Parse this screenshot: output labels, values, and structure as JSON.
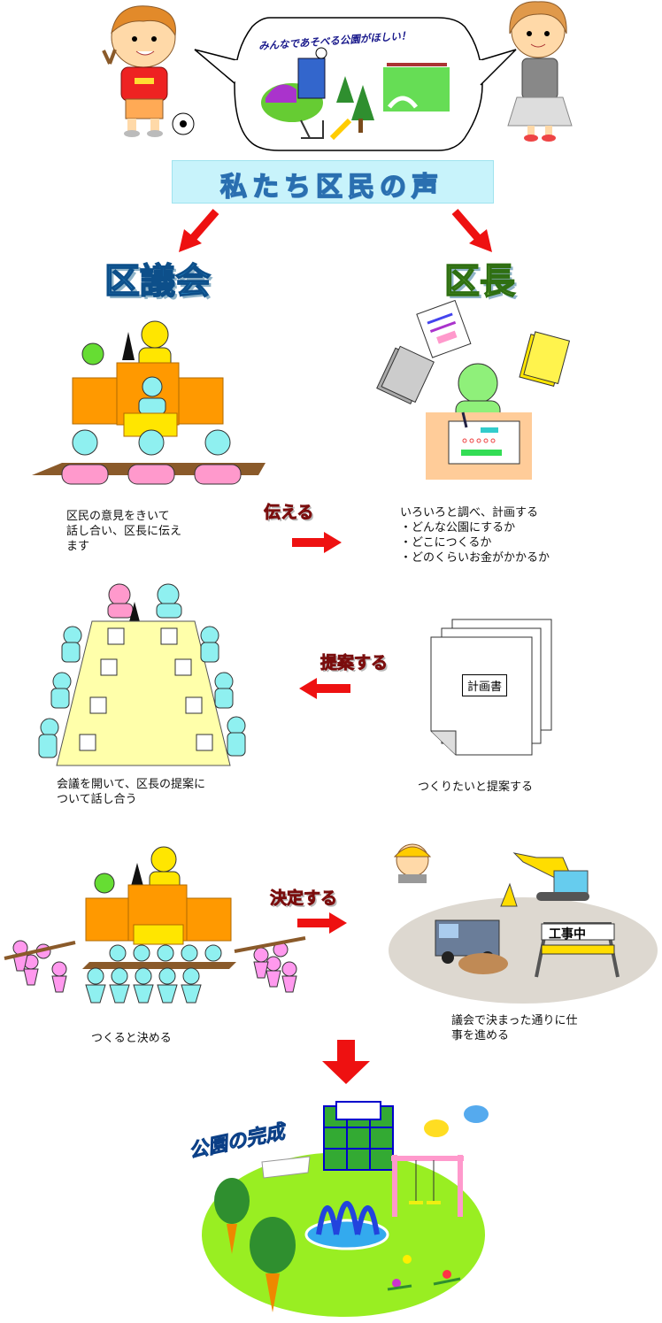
{
  "bubble": {
    "text": "みんなであそべる公園がほしい！"
  },
  "banner": {
    "text": "私たち区民の声"
  },
  "titles": {
    "council": "区議会",
    "mayor": "区長",
    "completion": "公園の完成"
  },
  "arrows": {
    "convey": "伝える",
    "propose": "提案する",
    "decide": "決定する"
  },
  "captions": {
    "council_discuss": "区民の意見をきいて\n話し合い、区長に伝え\nます",
    "mayor_plan": "いろいろと調べ、計画する\n・どんな公園にするか\n・どこにつくるか\n・どのくらいお金がかかるか",
    "council_meeting": "会議を開いて、区長の提案に\nついて話し合う",
    "mayor_propose": "つくりたいと提案する",
    "council_decide": "つくると決める",
    "construction": "議会で決まった通りに仕\n事を進める"
  },
  "labels": {
    "plan_doc": "計画書",
    "construction_sign": "工事中"
  },
  "colors": {
    "orange": "#ff9900",
    "yellow": "#ffe600",
    "green": "#66dd33",
    "cyan": "#8ff0f0",
    "pink": "#ff99cc",
    "red_arrow": "#ee1111",
    "cream": "#ffffaa",
    "banner": "#c8f3fb"
  }
}
